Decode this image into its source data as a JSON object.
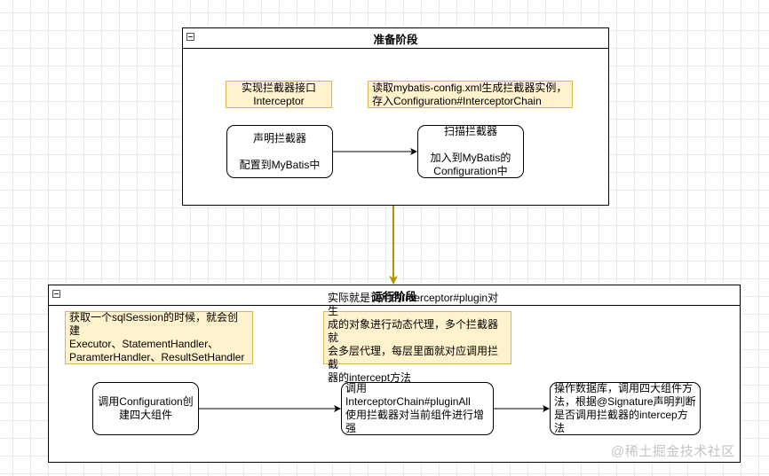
{
  "prepare_stage": {
    "title": "准备阶段",
    "note_implement": "实现拦截器接口\nInterceptor",
    "note_read": "读取mybatis-config.xml生成拦截器实例，\n存入Configuration#InterceptorChain",
    "node_declare": "声明拦截器\n\n配置到MyBatis中",
    "node_scan": "扫描拦截器\n\n加入到MyBatis的\nConfiguration中"
  },
  "run_stage": {
    "title": "运行阶段",
    "note_session": "获取一个sqlSession的时候，就会创建\nExecutor、StatementHandler、\nParamterHandler、ResultSetHandler",
    "note_proxy": "实际就是调用的Interceptor#plugin对生\n成的对象进行动态代理，多个拦截器就\n会多层代理，每层里面就对应调用拦截\n器的intercept方法",
    "node_create": "调用Configuration创\n建四大组件",
    "node_pluginall": "调用InterceptorChain#pluginAll\n使用拦截器对当前组件进行增强",
    "node_operate": "操作数据库，调用四大组件方\n法，根据@Signature声明判断\n是否调用拦截器的intercep方法"
  },
  "watermark": "@稀土掘金技术社区",
  "colors": {
    "note_fill": "#fff2cc",
    "note_stroke": "#d6b656",
    "stage_connector": "#b09500"
  }
}
